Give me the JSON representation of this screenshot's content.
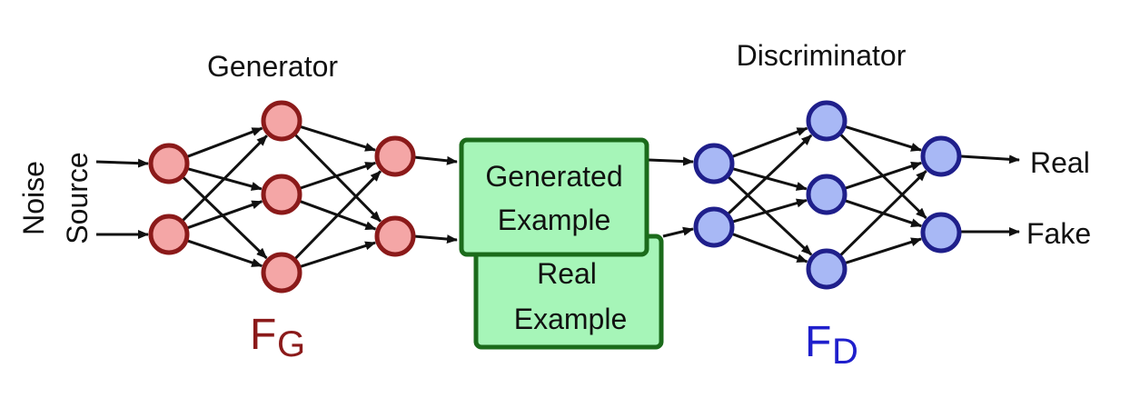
{
  "generator": {
    "title": "Generator",
    "symbol_main": "F",
    "symbol_sub": "G",
    "color_fill": "#f4a6a6",
    "color_stroke": "#8b1a1a",
    "symbol_color": "#8b1a1a"
  },
  "discriminator": {
    "title": "Discriminator",
    "symbol_main": "F",
    "symbol_sub": "D",
    "color_fill": "#a8b8f5",
    "color_stroke": "#1f1f8b",
    "symbol_color": "#1f1fcc"
  },
  "noise_source": {
    "line1": "Noise",
    "line2": "Source"
  },
  "generated_box": {
    "line1": "Generated",
    "line2": "Example",
    "fill": "#a6f5b8",
    "stroke": "#1b6b1b"
  },
  "real_box": {
    "line1": "Real",
    "line2": "Example",
    "fill": "#a6f5b8",
    "stroke": "#1b6b1b"
  },
  "outputs": {
    "real": "Real",
    "fake": "Fake"
  }
}
